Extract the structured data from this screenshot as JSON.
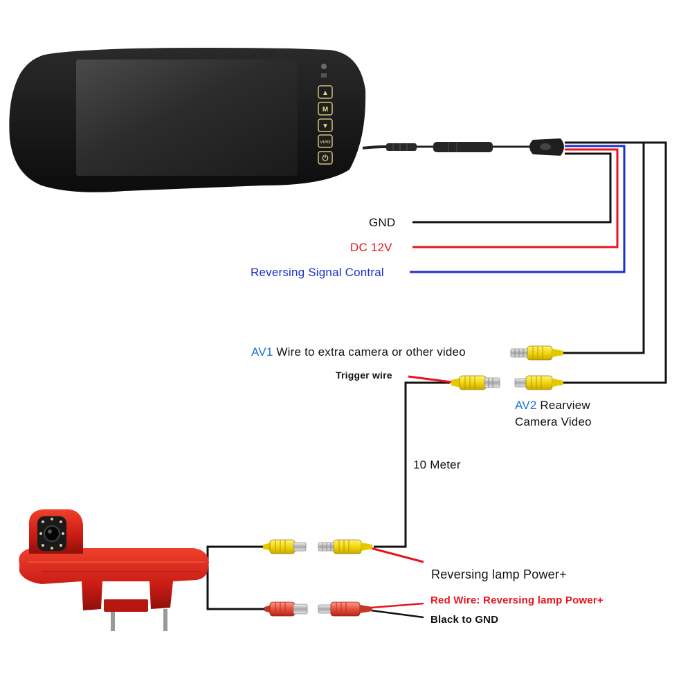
{
  "monitor": {
    "buttons": [
      "▲",
      "M",
      "▼",
      "V1/V2",
      "⏻"
    ]
  },
  "labels": {
    "gnd": "GND",
    "dc12v": "DC 12V",
    "reversing_signal": "Reversing Signal Contral",
    "av1_tag": "AV1",
    "av1_text": "Wire to extra camera or other video",
    "trigger": "Trigger wire",
    "av2_tag": "AV2",
    "av2_text_line1": "Rearview",
    "av2_text_line2": "Camera Video",
    "cable_length": "10 Meter",
    "lamp_power": "Reversing lamp Power+",
    "red_wire": "Red Wire: Reversing lamp Power+",
    "black_gnd": "Black to GND"
  },
  "colors": {
    "wire_black": "#111111",
    "wire_red": "#e8141c",
    "wire_blue": "#1c2fcf",
    "rca_yellow": "#f2d80c",
    "dc_plug_red": "#e8503e",
    "camera_red": "#c81c14"
  }
}
